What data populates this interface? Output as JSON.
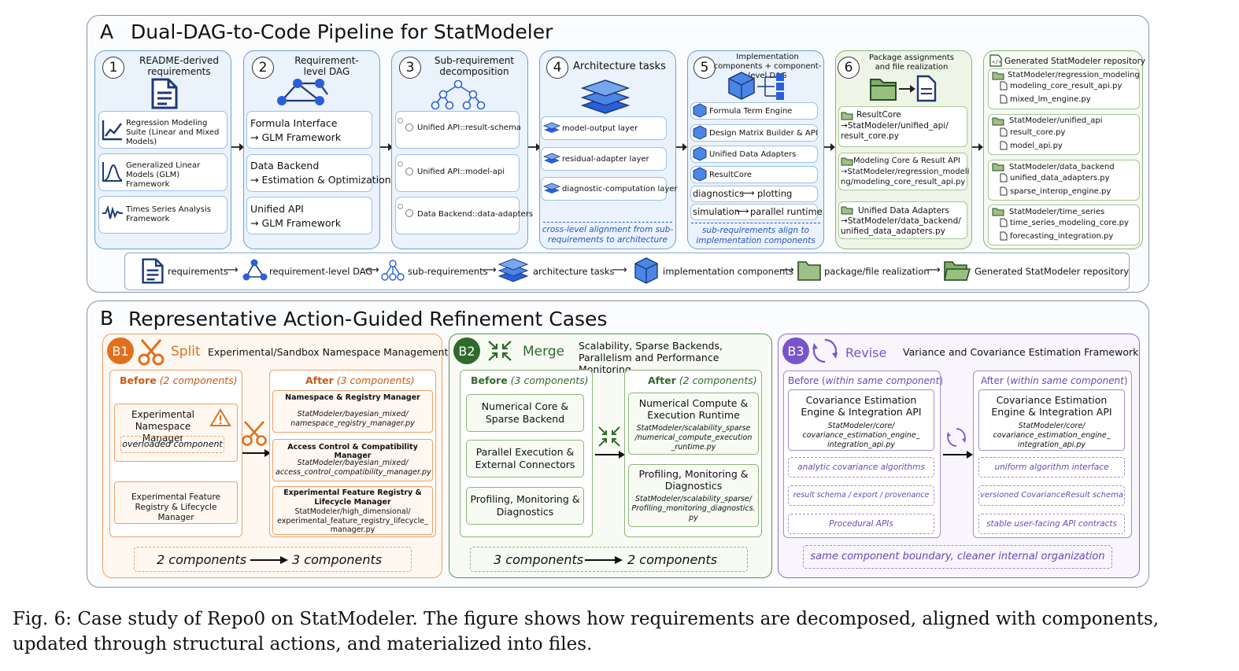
{
  "panelA": {
    "letter": "A",
    "title": "Dual-DAG-to-Code Pipeline for StatModeler"
  },
  "panelB": {
    "letter": "B",
    "title": "Representative Action-Guided Refinement Cases"
  },
  "col1": {
    "num": "1",
    "title": "README-derived requirements",
    "items": [
      "Regression Modeling Suite (Linear and Mixed Models)",
      "Generalized Linear Models (GLM) Framework",
      "Times Series Analysis Framework"
    ]
  },
  "col2": {
    "num": "2",
    "title": "Requirement-level DAG",
    "items": [
      [
        "Formula Interface",
        "→ GLM Framework"
      ],
      [
        "Data Backend",
        "→ Estimation & Optimization"
      ],
      [
        "Unified API",
        "→ GLM Framework"
      ]
    ]
  },
  "col3": {
    "num": "3",
    "title": "Sub-requirement decomposition",
    "items": [
      "Unified API::result-schema",
      "Unified API::model-api",
      "Data Backend::data-adapters"
    ]
  },
  "col4": {
    "num": "4",
    "title": "Architecture tasks",
    "items": [
      "model-output layer",
      "residual-adapter layer",
      "diagnostic-computation layer"
    ],
    "note": "cross-level alignment from sub-requirements to architecture"
  },
  "col5": {
    "num": "5",
    "title": "Implementation components + component-level DAG",
    "items": [
      "Formula Term Engine",
      "Design Matrix Builder & API",
      "Unified Data Adapters",
      "ResultCore"
    ],
    "flows": [
      [
        "diagnostics",
        "plotting"
      ],
      [
        "simulation",
        "parallel runtime"
      ]
    ],
    "note": "sub-requirements align to implementation components"
  },
  "col6": {
    "num": "6",
    "title": "Package assignments and file realization",
    "items": [
      {
        "name": "ResultCore",
        "path": "→StatModeler/unified_api/ result_core.py"
      },
      {
        "name": "Modeling Core & Result API",
        "path": "→StatModeler/regression_modeli ng/modeling_core_result_api.py"
      },
      {
        "name": "Unified Data Adapters",
        "path": "→StatModeler/data_backend/ unified_data_adapters.py"
      }
    ]
  },
  "col7": {
    "title": "Generated StatModeler repository",
    "groups": [
      {
        "folder": "StatModeler/regression_modeling",
        "files": [
          "modeling_core_result_api.py",
          "mixed_lm_engine.py"
        ]
      },
      {
        "folder": "StatModeler/unified_api",
        "files": [
          "result_core.py",
          "model_api.py"
        ]
      },
      {
        "folder": "StatModeler/data_backend",
        "files": [
          "unified_data_adapters.py",
          "sparse_interop_engine.py"
        ]
      },
      {
        "folder": "StatModeler/time_series",
        "files": [
          "time_series_modeling_core.py",
          "forecasting_integration.py"
        ]
      }
    ]
  },
  "legend": [
    "requirements",
    "requirement-level DAG",
    "sub-requirements",
    "architecture tasks",
    "implementation components",
    "package/file realization",
    "Generated StatModeler repository"
  ],
  "b1": {
    "badge": "B1",
    "action": "Split",
    "title": "Experimental/Sandbox Namespace Management",
    "before_label": "Before",
    "before_count": "(2 components)",
    "after_label": "After",
    "after_count": "(3 components)",
    "before_items": [
      "Experimental Namespace Manager",
      "Experimental Feature Registry & Lifecycle Manager"
    ],
    "before_note": "overloaded component",
    "after_items": [
      {
        "name": "Namespace & Registry Manager",
        "path": "StatModeler/bayesian_mixed/ namespace_registry_manager.py"
      },
      {
        "name": "Access Control & Compatibility Manager",
        "path": "StatModeler/bayesian_mixed/ access_control_compatibility_manager.py"
      },
      {
        "name": "Experimental Feature Registry & Lifecycle Manager",
        "path": "StatModeler/high_dimensional/ experimental_feature_registry_lifecycle_ manager.py"
      }
    ],
    "summary_from": "2 components",
    "summary_to": "3 components"
  },
  "b2": {
    "badge": "B2",
    "action": "Merge",
    "title": "Scalability, Sparse Backends, Parallelism and Performance Monitoring",
    "before_label": "Before",
    "before_count": "(3 components)",
    "after_label": "After",
    "after_count": "(2 components)",
    "before_items": [
      "Numerical Core & Sparse Backend",
      "Parallel Execution & External Connectors",
      "Profiling, Monitoring & Diagnostics"
    ],
    "after_items": [
      {
        "name": "Numerical Compute & Execution Runtime",
        "path": "StatModeler/scalability_sparse /numerical_compute_execution _runtime.py"
      },
      {
        "name": "Profiling, Monitoring & Diagnostics",
        "path": "StatModeler/scalability_sparse/ Profiling_monitoring_diagnostics. py"
      }
    ],
    "summary_from": "3 components",
    "summary_to": "2 components"
  },
  "b3": {
    "badge": "B3",
    "action": "Revise",
    "title": "Variance and Covariance Estimation Framework",
    "before_label": "Before",
    "before_sub": "within same component",
    "after_label": "After",
    "after_sub": "within same component",
    "component": "Covariance Estimation Engine & Integration API",
    "path": "StatModeler/core/ covariance_estimation_engine_ integration_api.py",
    "before_items": [
      "analytic covariance algorithms",
      "result schema / export / provenance",
      "Procedural APIs"
    ],
    "after_items": [
      "uniform algorithm interface",
      "versioned CovarianceResult schema",
      "stable user-facing API contracts"
    ],
    "summary": "same component boundary, cleaner internal organization"
  },
  "caption": "Fig. 6: Case study of Repo0 on StatModeler. The figure shows how requirements are decomposed, aligned with components, updated through structural actions, and materialized into files.",
  "colors": {
    "blue": "#eaf2fb",
    "green": "#eef5e7",
    "orange": "#e0701e",
    "darkgreen": "#2e6b2a",
    "purple": "#7a55c8",
    "navy": "#1f3a78"
  }
}
